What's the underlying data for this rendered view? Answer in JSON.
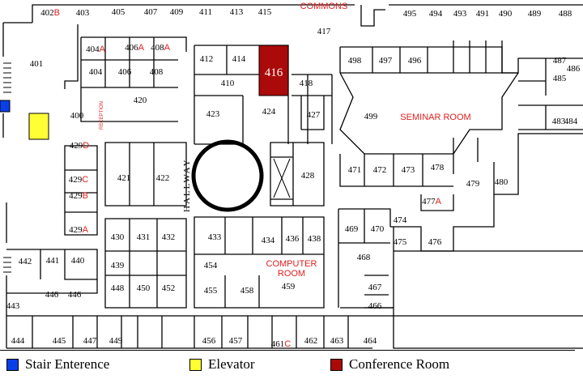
{
  "labels": {
    "commons": "COMMONS",
    "seminar": "SEMINAR ROOM",
    "computer1": "COMPUTER",
    "computer2": "ROOM",
    "hallway": "HALLWAY",
    "reception": "RECEPTION",
    "conference_room_number": "416"
  },
  "rooms": [
    {
      "id": "401",
      "n": "401"
    },
    {
      "id": "402",
      "n": "402",
      "s": "B"
    },
    {
      "id": "403",
      "n": "403"
    },
    {
      "id": "405",
      "n": "405"
    },
    {
      "id": "407",
      "n": "407"
    },
    {
      "id": "409",
      "n": "409"
    },
    {
      "id": "411",
      "n": "411"
    },
    {
      "id": "413",
      "n": "413"
    },
    {
      "id": "415",
      "n": "415"
    },
    {
      "id": "417",
      "n": "417"
    },
    {
      "id": "495",
      "n": "495"
    },
    {
      "id": "494",
      "n": "494"
    },
    {
      "id": "493",
      "n": "493"
    },
    {
      "id": "491",
      "n": "491"
    },
    {
      "id": "490",
      "n": "490"
    },
    {
      "id": "489",
      "n": "489"
    },
    {
      "id": "488",
      "n": "488"
    },
    {
      "id": "404a",
      "n": "404",
      "s": "A"
    },
    {
      "id": "406a",
      "n": "406",
      "s": "A"
    },
    {
      "id": "408a",
      "n": "408",
      "s": "A"
    },
    {
      "id": "404",
      "n": "404"
    },
    {
      "id": "406",
      "n": "406"
    },
    {
      "id": "408",
      "n": "408"
    },
    {
      "id": "412",
      "n": "412"
    },
    {
      "id": "414",
      "n": "414"
    },
    {
      "id": "410",
      "n": "410"
    },
    {
      "id": "418",
      "n": "418"
    },
    {
      "id": "420",
      "n": "420"
    },
    {
      "id": "400",
      "n": "400"
    },
    {
      "id": "423",
      "n": "423"
    },
    {
      "id": "424",
      "n": "424"
    },
    {
      "id": "427",
      "n": "427"
    },
    {
      "id": "498",
      "n": "498"
    },
    {
      "id": "497",
      "n": "497"
    },
    {
      "id": "496",
      "n": "496"
    },
    {
      "id": "487",
      "n": "487"
    },
    {
      "id": "485",
      "n": "485"
    },
    {
      "id": "486",
      "n": "486"
    },
    {
      "id": "499",
      "n": "499"
    },
    {
      "id": "483",
      "n": "483"
    },
    {
      "id": "484",
      "n": "484"
    },
    {
      "id": "429d",
      "n": "429",
      "s": "D"
    },
    {
      "id": "429c",
      "n": "429",
      "s": "C"
    },
    {
      "id": "429b",
      "n": "429",
      "s": "B"
    },
    {
      "id": "429a",
      "n": "429",
      "s": "A"
    },
    {
      "id": "421",
      "n": "421"
    },
    {
      "id": "422",
      "n": "422"
    },
    {
      "id": "428",
      "n": "428"
    },
    {
      "id": "471",
      "n": "471"
    },
    {
      "id": "472",
      "n": "472"
    },
    {
      "id": "473",
      "n": "473"
    },
    {
      "id": "478",
      "n": "478"
    },
    {
      "id": "479",
      "n": "479"
    },
    {
      "id": "480",
      "n": "480"
    },
    {
      "id": "477",
      "n": "477",
      "s": "A"
    },
    {
      "id": "474",
      "n": "474"
    },
    {
      "id": "469",
      "n": "469"
    },
    {
      "id": "470",
      "n": "470"
    },
    {
      "id": "475",
      "n": "475"
    },
    {
      "id": "476",
      "n": "476"
    },
    {
      "id": "430",
      "n": "430"
    },
    {
      "id": "431",
      "n": "431"
    },
    {
      "id": "432",
      "n": "432"
    },
    {
      "id": "433",
      "n": "433"
    },
    {
      "id": "434",
      "n": "434"
    },
    {
      "id": "436",
      "n": "436"
    },
    {
      "id": "438",
      "n": "438"
    },
    {
      "id": "468",
      "n": "468"
    },
    {
      "id": "442",
      "n": "442"
    },
    {
      "id": "441",
      "n": "441"
    },
    {
      "id": "440",
      "n": "440"
    },
    {
      "id": "439",
      "n": "439"
    },
    {
      "id": "454",
      "n": "454"
    },
    {
      "id": "448",
      "n": "448"
    },
    {
      "id": "450",
      "n": "450"
    },
    {
      "id": "452",
      "n": "452"
    },
    {
      "id": "455",
      "n": "455"
    },
    {
      "id": "458",
      "n": "458"
    },
    {
      "id": "459",
      "n": "459"
    },
    {
      "id": "467",
      "n": "467"
    },
    {
      "id": "466",
      "n": "466"
    },
    {
      "id": "443",
      "n": "443"
    },
    {
      "id": "446a",
      "n": "446"
    },
    {
      "id": "446b",
      "n": "446"
    },
    {
      "id": "444",
      "n": "444"
    },
    {
      "id": "445",
      "n": "445"
    },
    {
      "id": "447",
      "n": "447"
    },
    {
      "id": "449",
      "n": "449"
    },
    {
      "id": "456",
      "n": "456"
    },
    {
      "id": "457",
      "n": "457"
    },
    {
      "id": "461c",
      "n": "461",
      "s": "C"
    },
    {
      "id": "462",
      "n": "462"
    },
    {
      "id": "463",
      "n": "463"
    },
    {
      "id": "464",
      "n": "464"
    }
  ],
  "legend": [
    {
      "label": "Stair Enterence",
      "color": "#0a3fe8"
    },
    {
      "label": "Elevator",
      "color": "#ffff33"
    },
    {
      "label": "Conference Room",
      "color": "#aa0a0a"
    }
  ],
  "colors": {
    "stair": "#0a3fe8",
    "elevator": "#ffff33",
    "conference": "#aa0a0a",
    "red_text": "#e01e1e"
  }
}
